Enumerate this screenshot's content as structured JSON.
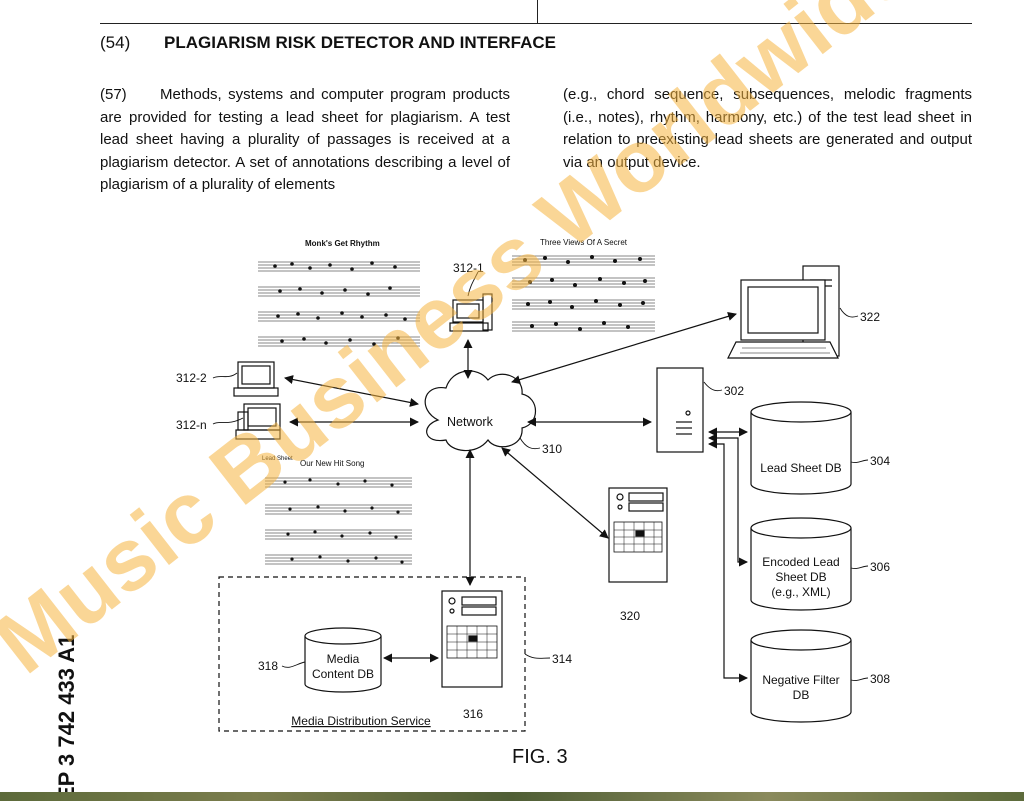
{
  "header": {
    "code": "(54)",
    "title": "PLAGIARISM RISK DETECTOR AND INTERFACE"
  },
  "abstract": {
    "code": "(57)",
    "text_left": "Methods, systems and computer program products are provided for testing a lead sheet for plagiarism. A test lead sheet having a plurality of passages is received at a plagiarism detector. A set of annotations describing a level of plagiarism of a plurality of elements",
    "text_right": "(e.g., chord sequence, subsequences, melodic fragments (i.e., notes), rhythm, harmony, etc.) of the test lead sheet in relation to preexisting lead sheets are generated and output via an output device."
  },
  "side_label": "EP 3 742 433 A1",
  "watermark": "Music Business Worldwide",
  "figure": {
    "caption": "FIG. 3",
    "network_label": "Network",
    "refs": {
      "r302": "302",
      "r304": "304",
      "r306": "306",
      "r308": "308",
      "r310": "310",
      "r312_1": "312-1",
      "r312_2": "312-2",
      "r312_n": "312-n",
      "r314": "314",
      "r316": "316",
      "r318": "318",
      "r320": "320",
      "r322": "322"
    },
    "db_lead_sheet": "Lead Sheet DB",
    "db_encoded": [
      "Encoded Lead",
      "Sheet DB",
      "(e.g., XML)"
    ],
    "db_negative": [
      "Negative Filter",
      "DB"
    ],
    "db_media": [
      "Media",
      "Content DB"
    ],
    "media_service": "Media Distribution Service",
    "sheet1_title": "Monk's Get Rhythm",
    "sheet2_title": "Three Views Of A Secret",
    "sheet3_title": "Our New Hit Song",
    "sheet3_label": "Lead Sheet"
  },
  "colors": {
    "watermark": "#f6b440",
    "ink": "#111111"
  }
}
